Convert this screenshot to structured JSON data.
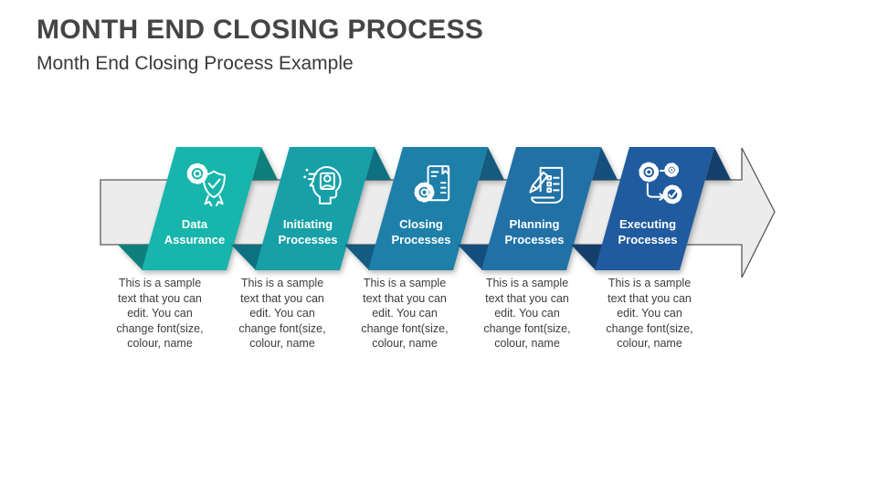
{
  "header": {
    "title": "MONTH END CLOSING PROCESS",
    "subtitle": "Month End Closing Process Example"
  },
  "arrow": {
    "fill": "#ececec",
    "outline": "#58595b"
  },
  "steps": [
    {
      "label": "Data Assurance",
      "icon": "certificate-shield-icon",
      "face_color": "#17b5ab",
      "fold_color": "#0e7f7a",
      "description": "This is a sample text that you can edit. You can change font(size, colour, name"
    },
    {
      "label": "Initiating Processes",
      "icon": "head-profile-icon",
      "face_color": "#17a0a7",
      "fold_color": "#0e7181",
      "description": "This is a sample text that you can edit. You can change font(size, colour, name"
    },
    {
      "label": "Closing Processes",
      "icon": "document-gear-icon",
      "face_color": "#1e80a9",
      "fold_color": "#135c80",
      "description": "This is a sample text that you can edit. You can change font(size, colour, name"
    },
    {
      "label": "Planning Processes",
      "icon": "checklist-pencil-icon",
      "face_color": "#2171a7",
      "fold_color": "#154f7d",
      "description": "This is a sample text that you can edit. You can change font(size, colour, name"
    },
    {
      "label": "Executing Processes",
      "icon": "gears-workflow-icon",
      "face_color": "#1f5b9e",
      "fold_color": "#153f6b",
      "description": "This is a sample text that you can edit. You can change font(size, colour, name"
    }
  ]
}
